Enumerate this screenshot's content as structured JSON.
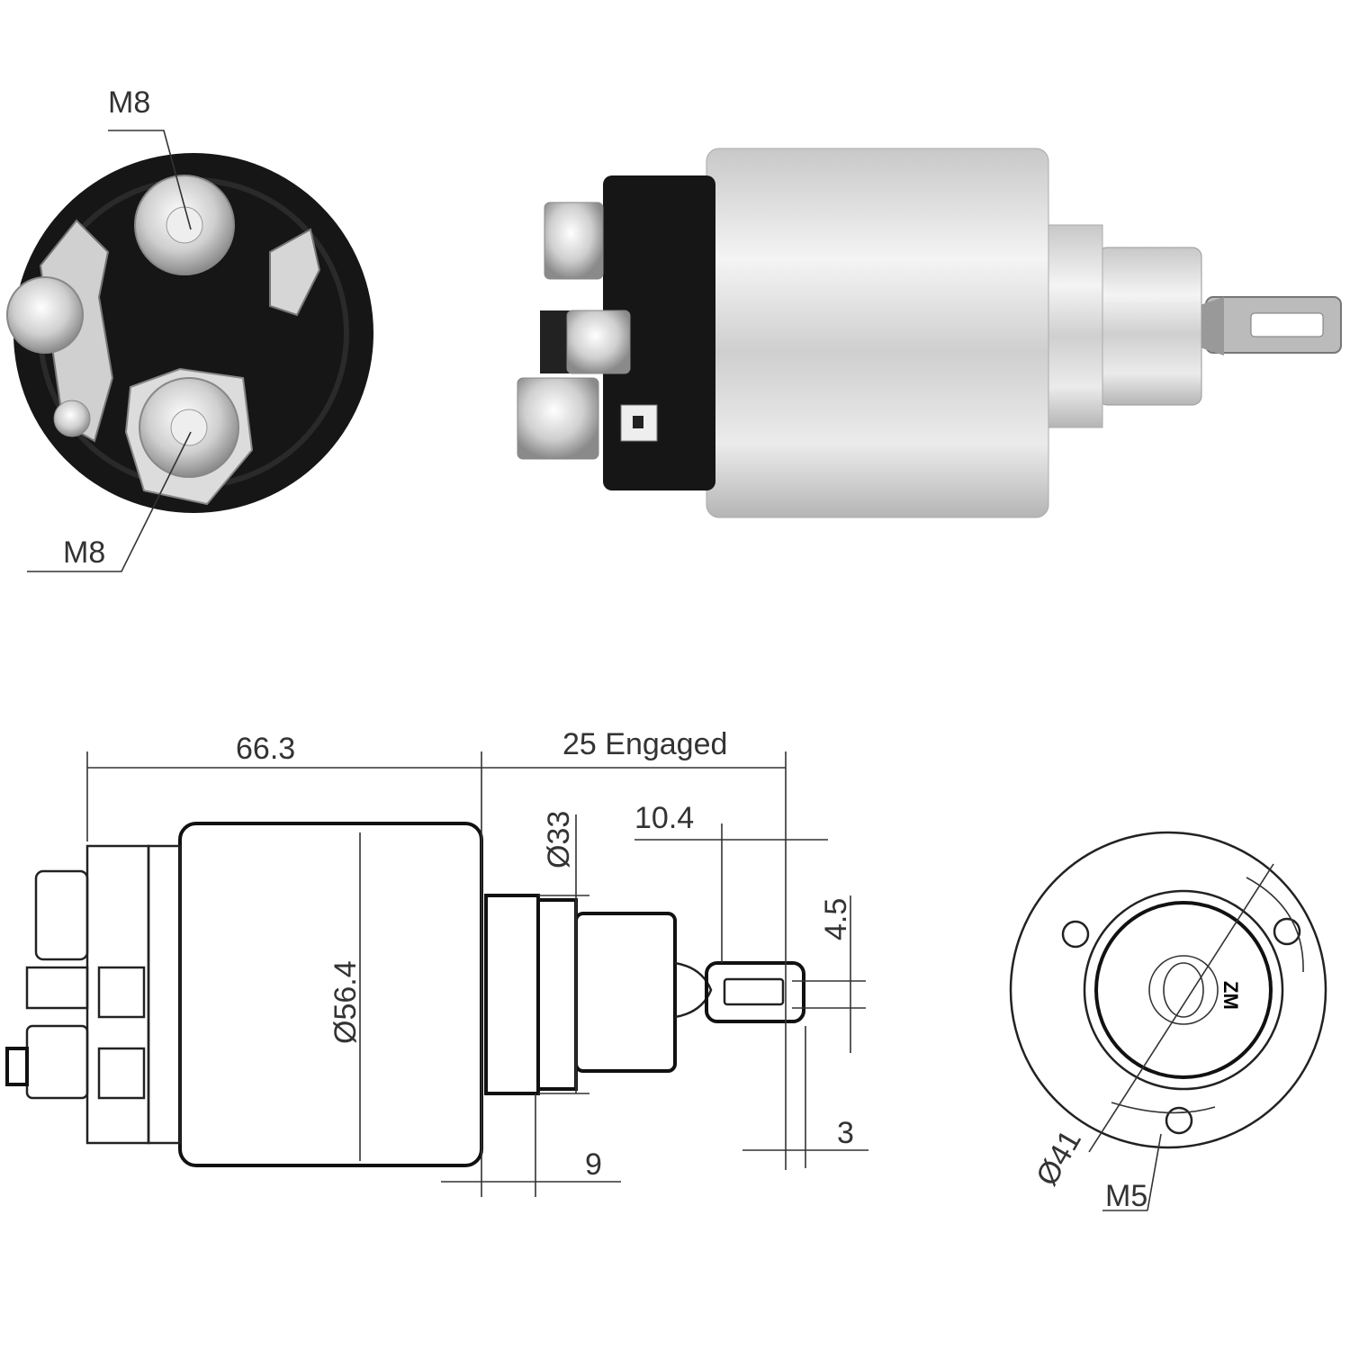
{
  "end_view_photo": {
    "label_top": "M8",
    "label_bottom": "M8"
  },
  "side_drawing": {
    "length_body": "66.3",
    "stroke": "25 Engaged",
    "eyelet_length": "10.4",
    "plunger_diameter": "Ø33",
    "eyelet_hole": "4.5",
    "body_diameter": "Ø56.4",
    "flange_offset": "9",
    "eyelet_end": "3"
  },
  "end_drawing": {
    "bolt_circle": "Ø41",
    "thread": "M5"
  },
  "colors": {
    "line": "#222222",
    "silver": "#d8d8d8",
    "black": "#161616"
  }
}
